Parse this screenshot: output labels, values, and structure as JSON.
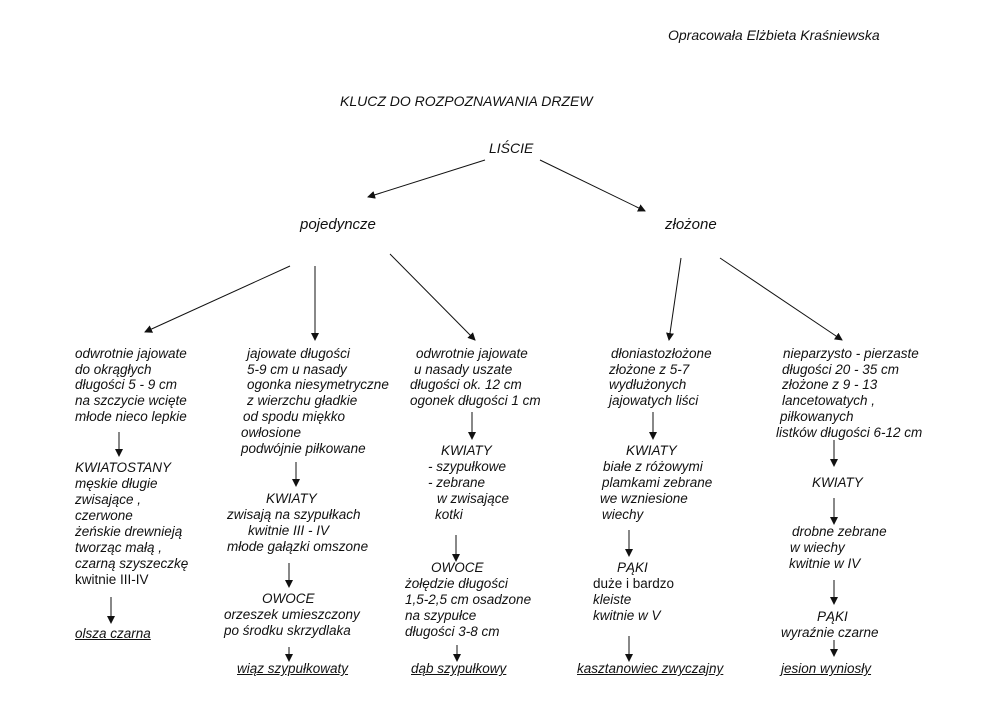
{
  "author": "Opracowała  Elżbieta Kraśniewska",
  "title": "KLUCZ DO ROZPOZNAWANIA DRZEW",
  "root": "LIŚCIE",
  "branches": {
    "simple": "pojedyncze",
    "compound": "złożone"
  },
  "columns": [
    {
      "leaf": [
        "odwrotnie jajowate",
        "do okrągłych",
        "długości 5 - 9 cm",
        "na szczycie wcięte",
        "młode nieco lepkie"
      ],
      "s1_heading": "KWIATOSTANY",
      "s1_lines": [
        "męskie długie",
        "zwisające ,",
        "czerwone",
        "żeńskie drewnieją",
        "tworząc małą ,",
        "czarną szyszeczkę",
        "kwitnie III-IV"
      ],
      "result": "olsza czarna"
    },
    {
      "leaf": [
        "jajowate długości",
        "5-9 cm u nasady",
        "ogonka niesymetryczne",
        "z wierzchu gładkie",
        "od spodu miękko",
        "owłosione",
        "podwójnie piłkowane"
      ],
      "s1_heading": "KWIATY",
      "s1_lines": [
        "zwisają na szypułkach",
        "kwitnie III - IV",
        "młode gałązki omszone"
      ],
      "s2_heading": "OWOCE",
      "s2_lines": [
        "orzeszek umieszczony",
        "po środku skrzydlaka"
      ],
      "result": "wiąz szypułkowaty"
    },
    {
      "leaf": [
        "odwrotnie jajowate",
        "u nasady uszate",
        "długości ok. 12 cm",
        "ogonek długości 1 cm"
      ],
      "s1_heading": "KWIATY",
      "s1_lines": [
        "- szypułkowe",
        "- zebrane",
        "w zwisające",
        "kotki"
      ],
      "s2_heading": "OWOCE",
      "s2_lines": [
        "żołędzie długości",
        "1,5-2,5 cm osadzone",
        "na szypułce",
        "długości 3-8 cm"
      ],
      "result": "dąb szypułkowy"
    },
    {
      "leaf": [
        "dłoniastozłożone",
        "złożone z 5-7",
        "wydłużonych",
        "jajowatych liści"
      ],
      "s1_heading": "KWIATY",
      "s1_lines": [
        "białe z różowymi",
        "plamkami zebrane",
        "we wzniesione",
        "wiechy"
      ],
      "s2_heading": "PĄKI",
      "s2_lines": [
        "duże i bardzo",
        "kleiste",
        "kwitnie w V"
      ],
      "result": "kasztanowiec zwyczajny"
    },
    {
      "leaf": [
        "nieparzysto - pierzaste",
        "długości 20 - 35 cm",
        "złożone z 9 - 13",
        "lancetowatych ,",
        "piłkowanych",
        "listków długości 6-12 cm"
      ],
      "s1_heading": "KWIATY",
      "s1_lines": [
        "drobne zebrane",
        "w wiechy",
        "kwitnie w IV"
      ],
      "s2_heading": "PĄKI",
      "s2_lines": [
        "wyraźnie czarne"
      ],
      "result": "jesion wyniosły"
    }
  ]
}
